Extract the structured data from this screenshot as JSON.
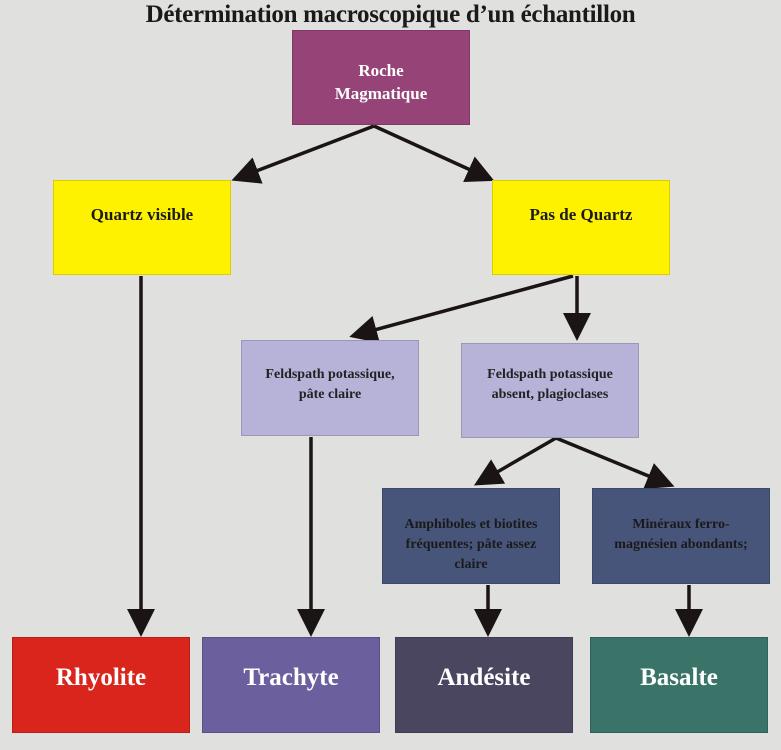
{
  "title": "Détermination macroscopique d’un échantillon",
  "colors": {
    "background": "#e0e0de",
    "roche": "#964377",
    "quartz": "#fff200",
    "feldspath": "#b7b2d8",
    "mineraux": "#47557a",
    "rhyolite": "#d9251c",
    "trachyte": "#6c5f9e",
    "andesite": "#4b4660",
    "basalte": "#3a7468",
    "arrow": "#1a1414"
  },
  "nodes": {
    "roche": {
      "line1": "Roche",
      "line2": "Magmatique"
    },
    "quartz_visible": {
      "label": "Quartz visible"
    },
    "pas_de_quartz": {
      "label": "Pas de Quartz"
    },
    "feldspath_claire": {
      "line1": "Feldspath potassique,",
      "line2": "pâte claire"
    },
    "feldspath_absent": {
      "line1": "Feldspath potassique",
      "line2": "absent, plagioclases"
    },
    "amphiboles": {
      "line1": "Amphiboles et biotites",
      "line2": "fréquentes; pâte assez",
      "line3": "claire"
    },
    "mineraux": {
      "line1": "Minéraux ferro-",
      "line2": "magnésien abondants;"
    }
  },
  "rocks": {
    "rhyolite": "Rhyolite",
    "trachyte": "Trachyte",
    "andesite": "Andésite",
    "basalte": "Basalte"
  },
  "edges": [
    {
      "from": "roche",
      "to": "quartz_visible"
    },
    {
      "from": "roche",
      "to": "pas_de_quartz"
    },
    {
      "from": "quartz_visible",
      "to": "rhyolite"
    },
    {
      "from": "pas_de_quartz",
      "to": "feldspath_claire"
    },
    {
      "from": "pas_de_quartz",
      "to": "feldspath_absent"
    },
    {
      "from": "feldspath_claire",
      "to": "trachyte"
    },
    {
      "from": "feldspath_absent",
      "to": "amphiboles"
    },
    {
      "from": "feldspath_absent",
      "to": "mineraux"
    },
    {
      "from": "amphiboles",
      "to": "andesite"
    },
    {
      "from": "mineraux",
      "to": "basalte"
    }
  ]
}
